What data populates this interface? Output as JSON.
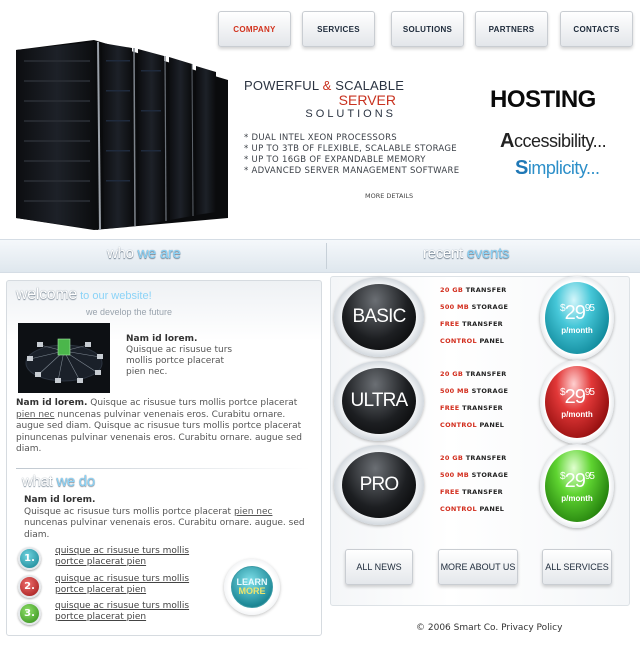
{
  "nav": {
    "items": [
      "COMPANY",
      "SERVICES",
      "SOLUTIONS",
      "PARTNERS",
      "CONTACTS"
    ],
    "active": "COMPANY"
  },
  "hero": {
    "tag_powerful": "POWERFUL",
    "tag_amp": " & ",
    "tag_scalable": "SCALABLE",
    "tag_server": "SERVER",
    "tag_solutions": "SOLUTIONS",
    "features": [
      "* DUAL INTEL XEON PROCESSORS",
      "* UP TO 3TB OF FLEXIBLE, SCALABLE STORAGE",
      "* UP TO 16GB OF EXPANDABLE MEMORY",
      "* ADVANCED SERVER MANAGEMENT SOFTWARE"
    ],
    "more_details": "MORE DETAILS",
    "hosting": "HOSTING",
    "access_first": "A",
    "access_rest": "ccessibility...",
    "simpl_first": "S",
    "simpl_rest": "implicity..."
  },
  "band": {
    "left_a": "who ",
    "left_b": "we are",
    "right_a": "recent ",
    "right_b": "events"
  },
  "welcome": {
    "title": "welcome",
    "subtitle": " to our website!",
    "tagline": "we develop the future",
    "intro_bold": "Nam id lorem.",
    "intro_text": "Quisque ac risusue turs mollis portce placerat pien nec.",
    "para_bold": "Nam id lorem.",
    "para_1": " Quisque ac risusue turs mollis portce placerat ",
    "para_link": "pien nec",
    "para_2": " nuncenas pulvinar venenais eros. Curabitu ornare. augue sed diam.  Quisque ac risusue turs mollis portce placerat pinuncenas pulvinar venenais eros. Curabitu ornare. augue sed diam."
  },
  "what": {
    "title_a": "what ",
    "title_b": "we do",
    "bold": "Nam id lorem.",
    "text_1": "Quisque ac risusue turs mollis portce placerat ",
    "text_link": "pien nec",
    "text_2": " nuncenas pulvinar venenais eros. Curabitu ornare. augue. sed diam.",
    "items": [
      {
        "num": "1.",
        "text": "quisque ac risusue turs mollis portce placerat pien"
      },
      {
        "num": "2.",
        "text": "quisque ac risusue turs mollis portce placerat pien"
      },
      {
        "num": "3.",
        "text": "quisque ac risusue turs mollis portce placerat pien"
      }
    ],
    "learn_1": "LEARN",
    "learn_2": "MORE"
  },
  "plans": [
    {
      "name": "BASIC",
      "spec": [
        [
          "20 GB",
          "TRANSFER"
        ],
        [
          "500 MB",
          "STORAGE"
        ],
        [
          "FREE",
          "TRANSFER"
        ],
        [
          "CONTROL",
          "PANEL"
        ]
      ],
      "price_dollar": "$",
      "price_main": "29",
      "price_cents": "95",
      "period": "p/month",
      "color": "#1aa3b5"
    },
    {
      "name": "ULTRA",
      "spec": [
        [
          "20 GB",
          "TRANSFER"
        ],
        [
          "500 MB",
          "STORAGE"
        ],
        [
          "FREE",
          "TRANSFER"
        ],
        [
          "CONTROL",
          "PANEL"
        ]
      ],
      "price_dollar": "$",
      "price_main": "29",
      "price_cents": "95",
      "period": "p/month",
      "color": "#c41d1d"
    },
    {
      "name": "PRO",
      "spec": [
        [
          "20 GB",
          "TRANSFER"
        ],
        [
          "500 MB",
          "STORAGE"
        ],
        [
          "FREE",
          "TRANSFER"
        ],
        [
          "CONTROL",
          "PANEL"
        ]
      ],
      "price_dollar": "$",
      "price_main": "29",
      "price_cents": "95",
      "period": "p/month",
      "color": "#3cad1c"
    }
  ],
  "bottom_buttons": [
    "ALL NEWS",
    "MORE ABOUT US",
    "ALL SERVICES"
  ],
  "footer": {
    "copyright": "© 2006 Smart Co.",
    "privacy": "Privacy Policy"
  }
}
